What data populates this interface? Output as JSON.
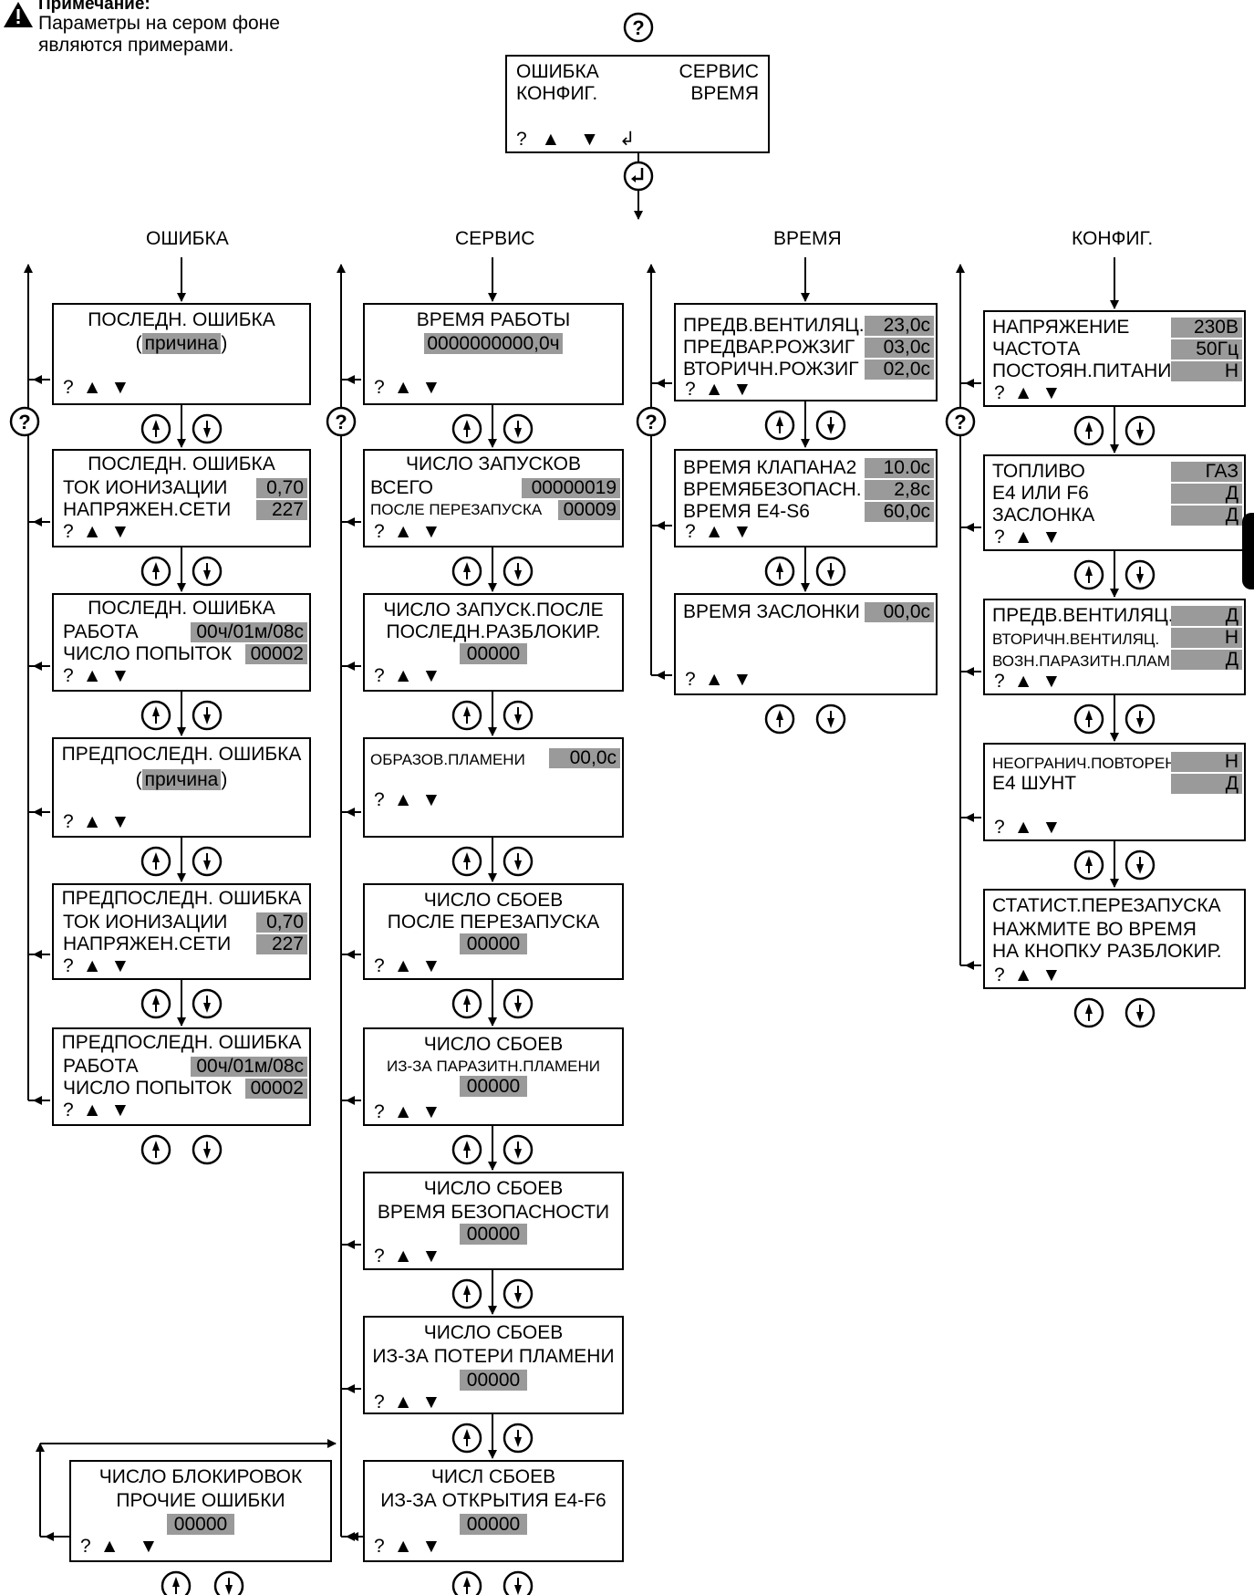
{
  "note": {
    "title": "Примечание:",
    "line1": "Параметры на сером фоне",
    "line2": "являются примерами."
  },
  "main_menu": {
    "top_left": "ОШИБКА",
    "top_right": "СЕРВИС",
    "mid_left": "КОНФИГ.",
    "mid_right": "ВРЕМЯ",
    "nav": [
      "?",
      "▲",
      "▼",
      "↲"
    ]
  },
  "nav": {
    "q": "?",
    "up": "▲",
    "down": "▼"
  },
  "columns": {
    "error": "ОШИБКА",
    "service": "СЕРВИС",
    "time": "ВРЕМЯ",
    "config": "КОНФИГ."
  },
  "error_screens": [
    {
      "title": "ПОСЛЕДН. ОШИБКА",
      "cause_open": "(",
      "cause": "причина",
      "cause_close": ")"
    },
    {
      "title": "ПОСЛЕДН. ОШИБКА",
      "r1_label": "ТОК ИОНИЗАЦИИ",
      "r1_value": "0,70",
      "r2_label": "НАПРЯЖЕН.СЕТИ",
      "r2_value": "227"
    },
    {
      "title": "ПОСЛЕДН. ОШИБКА",
      "r1_label": "РАБОТА",
      "r1_value": "00ч/01м/08с",
      "r2_label": "ЧИСЛО ПОПЫТОК",
      "r2_value": "00002"
    },
    {
      "title": "ПРЕДПОСЛЕДН. ОШИБКА",
      "cause_open": "(",
      "cause": "причина",
      "cause_close": ")"
    },
    {
      "title": "ПРЕДПОСЛЕДН. ОШИБКА",
      "r1_label": "ТОК ИОНИЗАЦИИ",
      "r1_value": "0,70",
      "r2_label": "НАПРЯЖЕН.СЕТИ",
      "r2_value": "227"
    },
    {
      "title": "ПРЕДПОСЛЕДН. ОШИБКА",
      "r1_label": "РАБОТА",
      "r1_value": "00ч/01м/08с",
      "r2_label": "ЧИСЛО ПОПЫТОК",
      "r2_value": "00002"
    }
  ],
  "lockout_screen": {
    "line1": "ЧИСЛО БЛОКИРОВОК",
    "line2": "ПРОЧИЕ ОШИБКИ",
    "value": "00000"
  },
  "service_screens": [
    {
      "line1": "ВРЕМЯ РАБОТЫ",
      "value": "0000000000,0ч"
    },
    {
      "line1": "ЧИСЛО ЗАПУСКОВ",
      "r1_label": "ВСЕГО",
      "r1_value": "00000019",
      "r2_label": "ПОСЛЕ ПЕРЕЗАПУСКА",
      "r2_value": "00009"
    },
    {
      "line1": "ЧИСЛО ЗАПУСК.ПОСЛЕ",
      "line2": "ПОСЛЕДН.РАЗБЛОКИР.",
      "value": "00000"
    },
    {
      "r1_label": "ОБРАЗОВ.ПЛАМЕНИ",
      "r1_value": "00,0с"
    },
    {
      "line1": "ЧИСЛО СБОЕВ",
      "line2": "ПОСЛЕ ПЕРЕЗАПУСКА",
      "value": "00000"
    },
    {
      "line1": "ЧИСЛО СБОЕВ",
      "line2": "ИЗ-ЗА ПАРАЗИТН.ПЛАМЕНИ",
      "value": "00000"
    },
    {
      "line1": "ЧИСЛО СБОЕВ",
      "line2": "ВРЕМЯ БЕЗОПАСНОСТИ",
      "value": "00000"
    },
    {
      "line1": "ЧИСЛО СБОЕВ",
      "line2": "ИЗ-ЗА ПОТЕРИ ПЛАМЕНИ",
      "value": "00000"
    },
    {
      "line1": "ЧИСЛ СБОЕВ",
      "line2": "ИЗ-ЗА ОТКРЫТИЯ Е4-F6",
      "value": "00000"
    }
  ],
  "time_screens": [
    {
      "rows": [
        {
          "label": "ПРЕДВ.ВЕНТИЛЯЦ.",
          "value": "23,0с"
        },
        {
          "label": "ПРЕДВАР.РОЖЗИГ",
          "value": "03,0с"
        },
        {
          "label": "ВТОРИЧН.РОЖЗИГ",
          "value": "02,0с"
        }
      ]
    },
    {
      "rows": [
        {
          "label": "ВРЕМЯ КЛАПАНА2",
          "value": "10.0с"
        },
        {
          "label": "ВРЕМЯБЕЗОПАСН.",
          "value": "2,8с"
        },
        {
          "label": "ВРЕМЯ Е4-S6",
          "value": "60,0с"
        }
      ]
    },
    {
      "rows": [
        {
          "label": "ВРЕМЯ ЗАСЛОНКИ",
          "value": "00,0с"
        }
      ]
    }
  ],
  "config_screens": [
    {
      "rows": [
        {
          "label": "НАПРЯЖЕНИЕ",
          "value": "230В"
        },
        {
          "label": "ЧАСТОТА",
          "value": "50Гц"
        },
        {
          "label": "ПОСТОЯН.ПИТАНИЕ",
          "value": "Н"
        }
      ]
    },
    {
      "rows": [
        {
          "label": "ТОПЛИВО",
          "value": "ГАЗ"
        },
        {
          "label": "Е4 ИЛИ F6",
          "value": "Д"
        },
        {
          "label": "ЗАСЛОНКА",
          "value": "Д"
        }
      ]
    },
    {
      "rows": [
        {
          "label": "ПРЕДВ.ВЕНТИЛЯЦ.",
          "value": "Д"
        },
        {
          "label": "ВТОРИЧН.ВЕНТИЛЯЦ.",
          "value": "Н"
        },
        {
          "label": "ВОЗН.ПАРАЗИТН.ПЛАМ.",
          "value": "Д"
        }
      ]
    },
    {
      "rows": [
        {
          "label": "НЕОГРАНИЧ.ПОВТОРЕН.",
          "value": "Н"
        },
        {
          "label": "Е4 ШУНТ",
          "value": "Д"
        }
      ]
    },
    {
      "lines": [
        "СТАТИСТ.ПЕРЕЗАПУСКА",
        "НАЖМИТЕ ВО ВРЕМЯ",
        "НА КНОПКУ РАЗБЛОКИР."
      ]
    }
  ]
}
